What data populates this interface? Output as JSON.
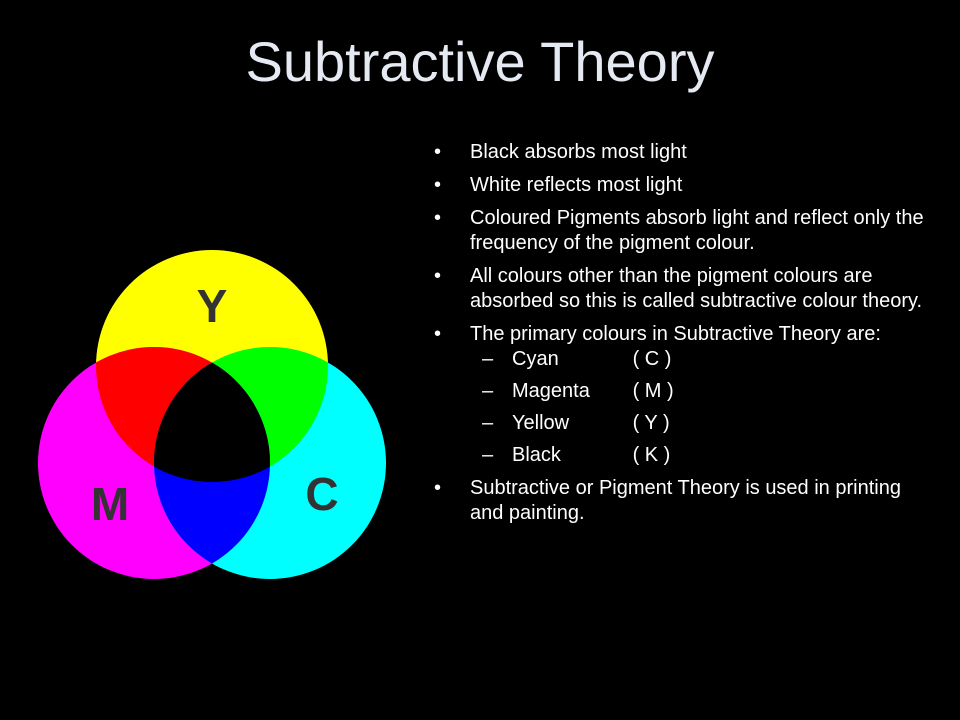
{
  "title": "Subtractive Theory",
  "diagram": {
    "labels": {
      "yellow": "Y",
      "magenta": "M",
      "cyan": "C"
    },
    "colors": {
      "yellow": "#FFFF00",
      "magenta": "#FF00FF",
      "cyan": "#00FFFF",
      "red": "#FF0000",
      "green": "#00FF00",
      "blue": "#0000FF",
      "black": "#000000",
      "title": "#E4E9F2"
    }
  },
  "bullets": {
    "marker": "•",
    "dash": "–",
    "b1": "Black absorbs most light",
    "b2": "White reflects most light",
    "b3": "Coloured Pigments absorb light and reflect only the frequency of the pigment colour.",
    "b4": "All colours other than the pigment colours are absorbed so this is called subtractive colour theory.",
    "b5": "The primary colours in Subtractive Theory are:",
    "primaries": [
      {
        "name": "Cyan",
        "code": "( C )"
      },
      {
        "name": "Magenta",
        "code": "( M )"
      },
      {
        "name": "Yellow",
        "code": "( Y )"
      },
      {
        "name": "Black",
        "code": "( K )"
      }
    ],
    "b6": "Subtractive or Pigment Theory is used in printing and painting."
  }
}
